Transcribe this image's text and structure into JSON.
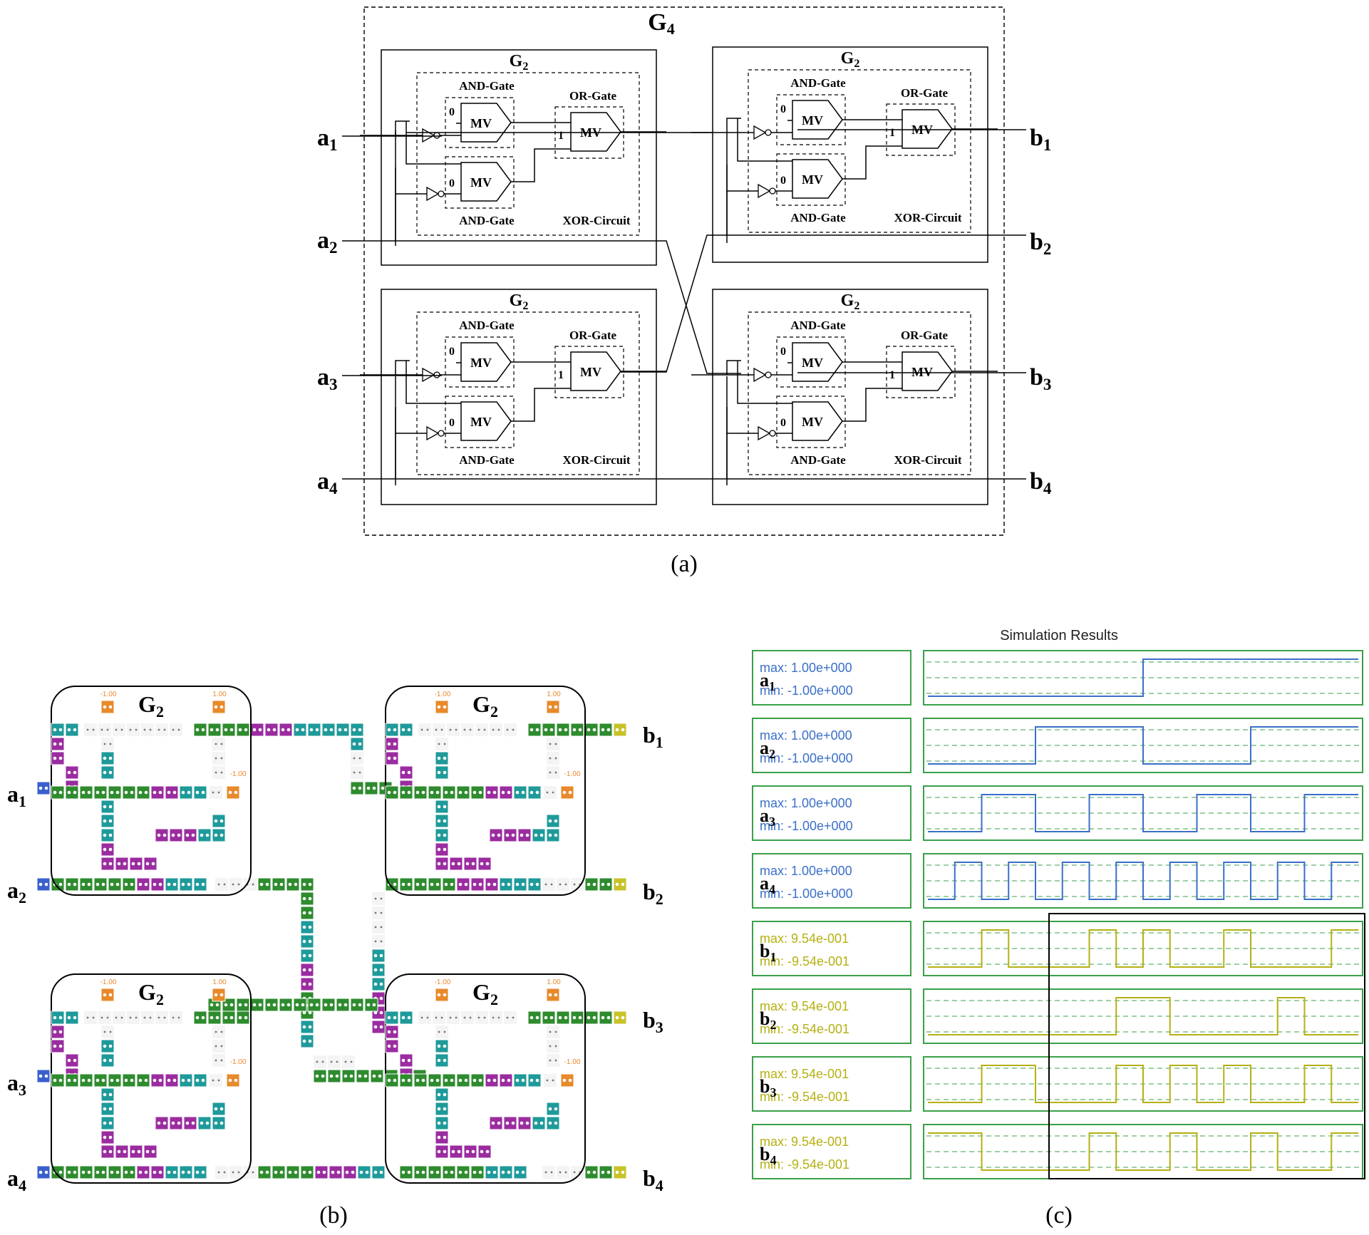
{
  "panel_a": {
    "caption": "(a)",
    "outer_label": "G",
    "outer_sub": "4",
    "block_label": "G",
    "block_sub": "2",
    "and_gate": "AND-Gate",
    "or_gate": "OR-Gate",
    "xor_circuit": "XOR-Circuit",
    "mv": "MV",
    "zero": "0",
    "one": "1",
    "inputs": [
      "a",
      "a",
      "a",
      "a"
    ],
    "input_subs": [
      "1",
      "2",
      "3",
      "4"
    ],
    "outputs": [
      "b",
      "b",
      "b",
      "b"
    ],
    "output_subs": [
      "1",
      "2",
      "3",
      "4"
    ]
  },
  "panel_b": {
    "caption": "(b)",
    "block_label": "G",
    "block_sub": "2",
    "fixed_neg": "-1.00",
    "fixed_pos": "1.00",
    "inputs": [
      "a",
      "a",
      "a",
      "a"
    ],
    "input_subs": [
      "1",
      "2",
      "3",
      "4"
    ],
    "outputs": [
      "b",
      "b",
      "b",
      "b"
    ],
    "output_subs": [
      "1",
      "2",
      "3",
      "4"
    ],
    "colors": {
      "green": "#2e8b2e",
      "magenta": "#9b2ca0",
      "teal": "#1f9a9a",
      "orange": "#e8892a",
      "blue": "#3a5fcd",
      "yellow": "#c8c22a"
    }
  },
  "panel_c": {
    "caption": "(c)",
    "title": "Simulation Results",
    "signals": [
      {
        "name": "a",
        "sub": "1",
        "max": "max: 1.00e+000",
        "min": "min: -1.00e+000",
        "color": "#3a6fc8",
        "wave": [
          0,
          0,
          0,
          0,
          0,
          0,
          0,
          0,
          1,
          1,
          1,
          1,
          1,
          1,
          1,
          1
        ]
      },
      {
        "name": "a",
        "sub": "2",
        "max": "max: 1.00e+000",
        "min": "min: -1.00e+000",
        "color": "#3a6fc8",
        "wave": [
          0,
          0,
          0,
          0,
          1,
          1,
          1,
          1,
          0,
          0,
          0,
          0,
          1,
          1,
          1,
          1
        ]
      },
      {
        "name": "a",
        "sub": "3",
        "max": "max: 1.00e+000",
        "min": "min: -1.00e+000",
        "color": "#3a6fc8",
        "wave": [
          0,
          0,
          1,
          1,
          0,
          0,
          1,
          1,
          0,
          0,
          1,
          1,
          0,
          0,
          1,
          1
        ]
      },
      {
        "name": "a",
        "sub": "4",
        "max": "max: 1.00e+000",
        "min": "min: -1.00e+000",
        "color": "#3a6fc8",
        "wave": [
          0,
          1,
          0,
          1,
          0,
          1,
          0,
          1,
          0,
          1,
          0,
          1,
          0,
          1,
          0,
          1
        ]
      },
      {
        "name": "b",
        "sub": "1",
        "max": "max: 9.54e-001",
        "min": "min: -9.54e-001",
        "color": "#b5b012",
        "wave": [
          0,
          0,
          1,
          0,
          0,
          0,
          1,
          0,
          1,
          0,
          0,
          1,
          0,
          0,
          0,
          1
        ]
      },
      {
        "name": "b",
        "sub": "2",
        "max": "max: 9.54e-001",
        "min": "min: -9.54e-001",
        "color": "#b5b012",
        "wave": [
          0,
          0,
          0,
          0,
          0,
          0,
          0,
          1,
          1,
          0,
          0,
          0,
          0,
          1,
          0,
          0
        ]
      },
      {
        "name": "b",
        "sub": "3",
        "max": "max: 9.54e-001",
        "min": "min: -9.54e-001",
        "color": "#b5b012",
        "wave": [
          0,
          0,
          1,
          1,
          0,
          0,
          0,
          1,
          0,
          1,
          0,
          1,
          0,
          0,
          1,
          0
        ]
      },
      {
        "name": "b",
        "sub": "4",
        "max": "max: 9.54e-001",
        "min": "min: -9.54e-001",
        "color": "#b5b012",
        "wave": [
          1,
          1,
          0,
          0,
          0,
          0,
          1,
          0,
          0,
          1,
          0,
          0,
          1,
          0,
          0,
          1
        ]
      }
    ]
  }
}
